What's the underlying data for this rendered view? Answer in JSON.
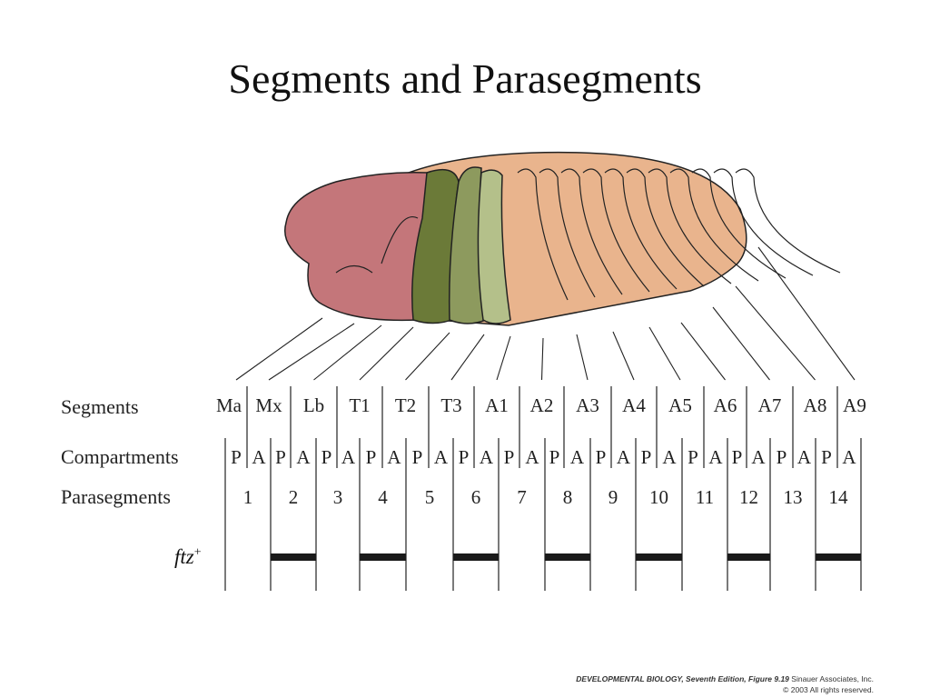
{
  "title": "Segments and Parasegments",
  "row_labels": {
    "segments": "Segments",
    "compartments": "Compartments",
    "parasegments": "Parasegments",
    "ftz": "ftz",
    "ftz_sup": "+"
  },
  "segments": [
    "Ma",
    "Mx",
    "Lb",
    "T1",
    "T2",
    "T3",
    "A1",
    "A2",
    "A3",
    "A4",
    "A5",
    "A6",
    "A7",
    "A8",
    "A9"
  ],
  "compartments": [
    "P",
    "A",
    "P",
    "A",
    "P",
    "A",
    "P",
    "A",
    "P",
    "A",
    "P",
    "A",
    "P",
    "A",
    "P",
    "A",
    "P",
    "A",
    "P",
    "A",
    "P",
    "A",
    "P",
    "A",
    "P",
    "A",
    "P",
    "A"
  ],
  "parasegments": [
    "1",
    "2",
    "3",
    "4",
    "5",
    "6",
    "7",
    "8",
    "9",
    "10",
    "11",
    "12",
    "13",
    "14"
  ],
  "ftz_expressed_parasegments": [
    2,
    4,
    6,
    8,
    10,
    12,
    14
  ],
  "colors": {
    "head": "#c4767a",
    "t1": "#6b7a38",
    "t2": "#8d9a5e",
    "t3": "#b4c08a",
    "abdomen": "#e9b48d"
  },
  "footer": {
    "book": "DEVELOPMENTAL BIOLOGY, Seventh Edition,",
    "figure": "Figure 9.19",
    "publisher": "Sinauer Associates, Inc.",
    "copyright": "© 2003 All rights reserved."
  }
}
